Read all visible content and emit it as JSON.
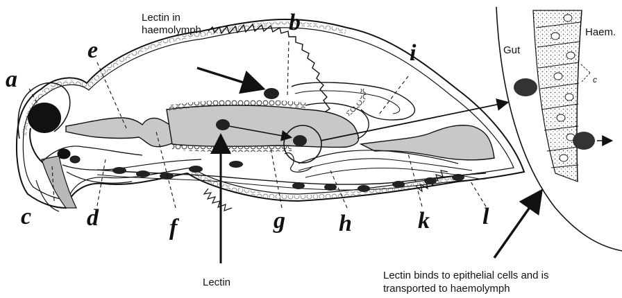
{
  "labels": {
    "lectin_haemolymph": "Lectin in haemolymph",
    "lectin": "Lectin",
    "gut": "Gut",
    "haem": "Haem.",
    "c_small": "c",
    "binds": "Lectin binds to epithelial cells and is transported to haemolymph"
  },
  "letters": {
    "a": "a",
    "b": "b",
    "c": "c",
    "d": "d",
    "e": "e",
    "f": "f",
    "g": "g",
    "h": "h",
    "i": "i",
    "k": "k",
    "l": "l"
  },
  "colors": {
    "ink": "#111111",
    "gut_fill": "#c8c8c8",
    "dark": "#222222"
  }
}
